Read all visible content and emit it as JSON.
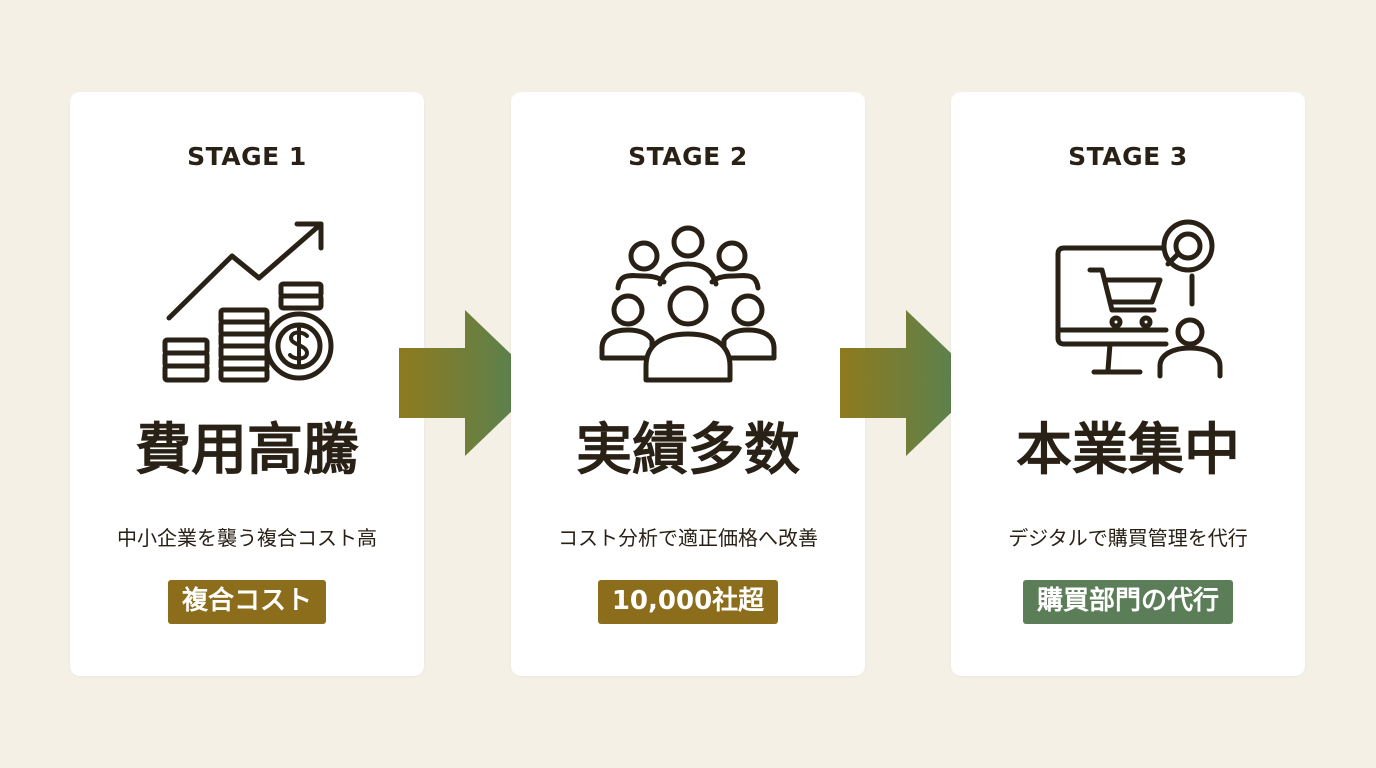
{
  "colors": {
    "background": "#f4f0e5",
    "card": "#ffffff",
    "text": "#2a2116",
    "badge_olive": "#8c6d1c",
    "badge_green": "#5b7d58",
    "arrow_start": "#8e7a1e",
    "arrow_end": "#4f8359"
  },
  "stages": [
    {
      "label": "STAGE 1",
      "icon": "growth-chart-coins-icon",
      "headline": "費用高騰",
      "description": "中小企業を襲う複合コスト高",
      "badge": "複合コスト",
      "badge_color": "#8c6d1c"
    },
    {
      "label": "STAGE 2",
      "icon": "people-group-icon",
      "headline": "実績多数",
      "description": "コスト分析で適正価格へ改善",
      "badge": "10,000社超",
      "badge_color": "#8c6d1c"
    },
    {
      "label": "STAGE 3",
      "icon": "monitor-cart-person-icon",
      "headline": "本業集中",
      "description": "デジタルで購買管理を代行",
      "badge": "購買部門の代行",
      "badge_color": "#5b7d58"
    }
  ]
}
